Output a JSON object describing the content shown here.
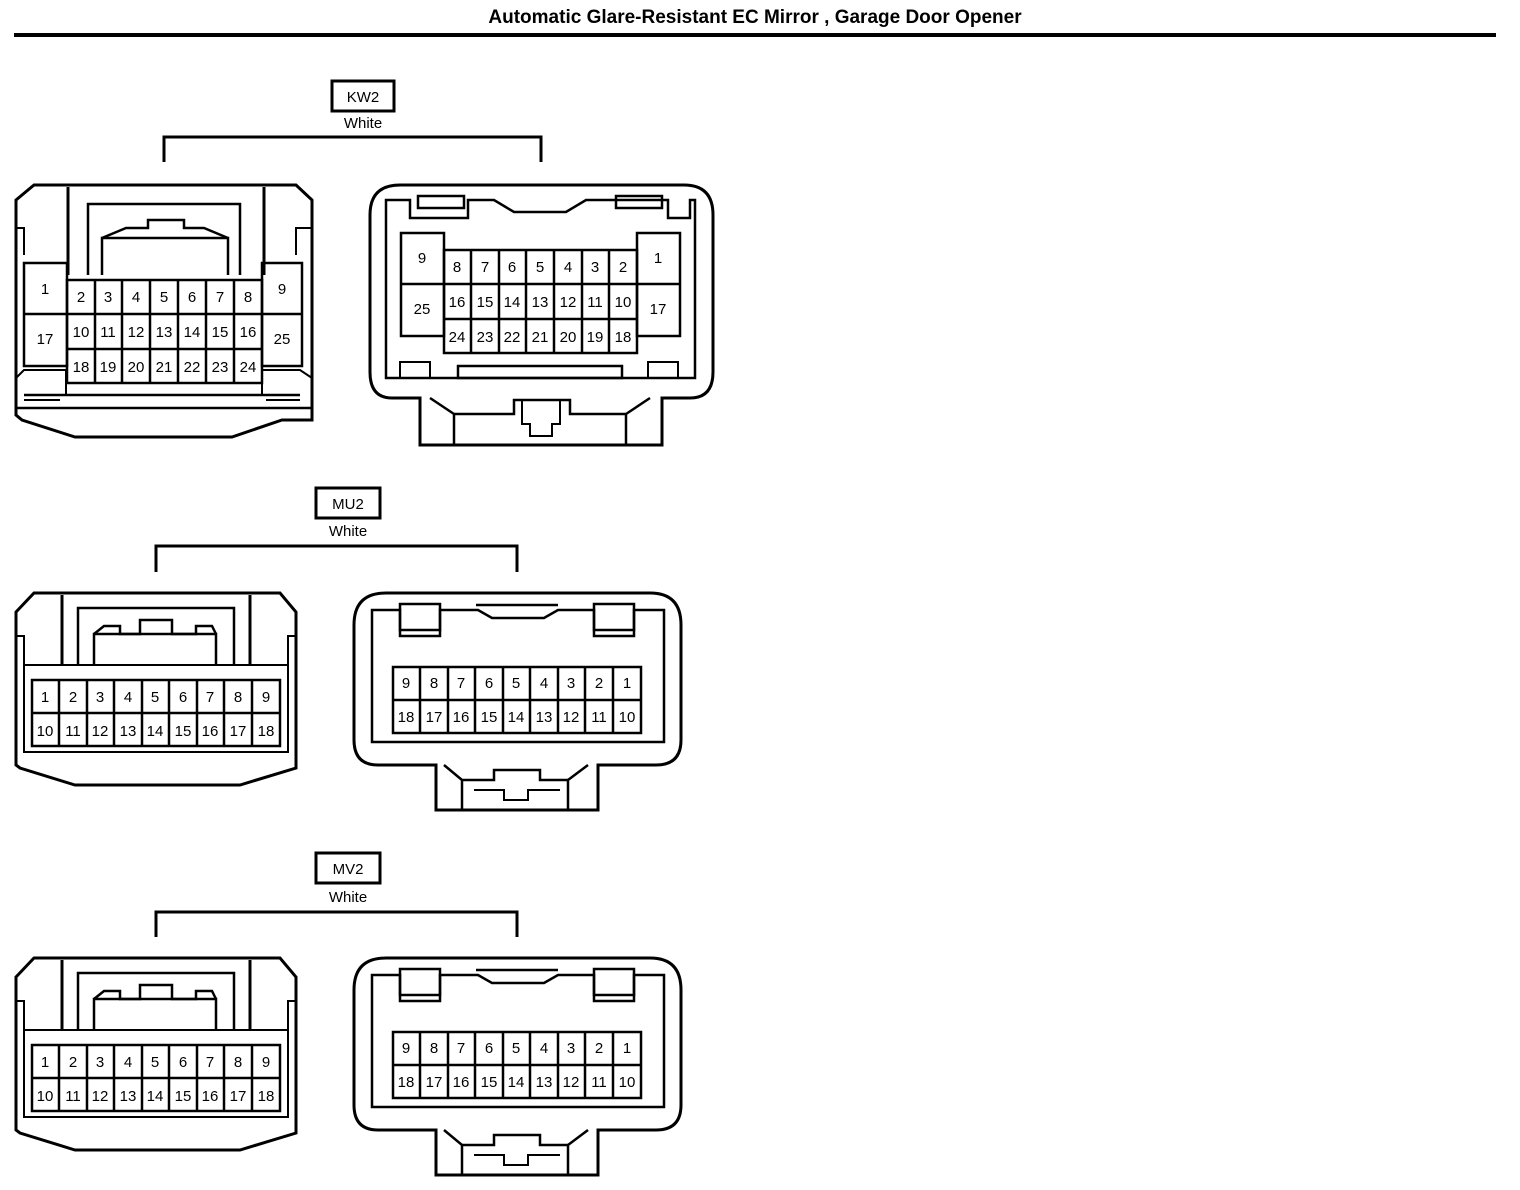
{
  "title": "Automatic Glare-Resistant EC Mirror , Garage Door Opener",
  "connectors": [
    {
      "code": "KW2",
      "color": "White",
      "male_pins": {
        "left_col": [
          "1",
          "17"
        ],
        "top_row": [
          "2",
          "3",
          "4",
          "5",
          "6",
          "7",
          "8"
        ],
        "mid_row": [
          "10",
          "11",
          "12",
          "13",
          "14",
          "15",
          "16"
        ],
        "bot_row": [
          "18",
          "19",
          "20",
          "21",
          "22",
          "23",
          "24"
        ],
        "right_col": [
          "9",
          "25"
        ]
      },
      "female_pins": {
        "left_col": [
          "9",
          "25"
        ],
        "top_row": [
          "8",
          "7",
          "6",
          "5",
          "4",
          "3",
          "2"
        ],
        "mid_row": [
          "16",
          "15",
          "14",
          "13",
          "12",
          "11",
          "10"
        ],
        "bot_row": [
          "24",
          "23",
          "22",
          "21",
          "20",
          "19",
          "18"
        ],
        "right_col": [
          "1",
          "17"
        ]
      }
    },
    {
      "code": "MU2",
      "color": "White",
      "male_pins": {
        "top_row": [
          "1",
          "2",
          "3",
          "4",
          "5",
          "6",
          "7",
          "8",
          "9"
        ],
        "bot_row": [
          "10",
          "11",
          "12",
          "13",
          "14",
          "15",
          "16",
          "17",
          "18"
        ]
      },
      "female_pins": {
        "top_row": [
          "9",
          "8",
          "7",
          "6",
          "5",
          "4",
          "3",
          "2",
          "1"
        ],
        "bot_row": [
          "18",
          "17",
          "16",
          "15",
          "14",
          "13",
          "12",
          "11",
          "10"
        ]
      }
    },
    {
      "code": "MV2",
      "color": "White",
      "male_pins": {
        "top_row": [
          "1",
          "2",
          "3",
          "4",
          "5",
          "6",
          "7",
          "8",
          "9"
        ],
        "bot_row": [
          "10",
          "11",
          "12",
          "13",
          "14",
          "15",
          "16",
          "17",
          "18"
        ]
      },
      "female_pins": {
        "top_row": [
          "9",
          "8",
          "7",
          "6",
          "5",
          "4",
          "3",
          "2",
          "1"
        ],
        "bot_row": [
          "18",
          "17",
          "16",
          "15",
          "14",
          "13",
          "12",
          "11",
          "10"
        ]
      }
    }
  ]
}
